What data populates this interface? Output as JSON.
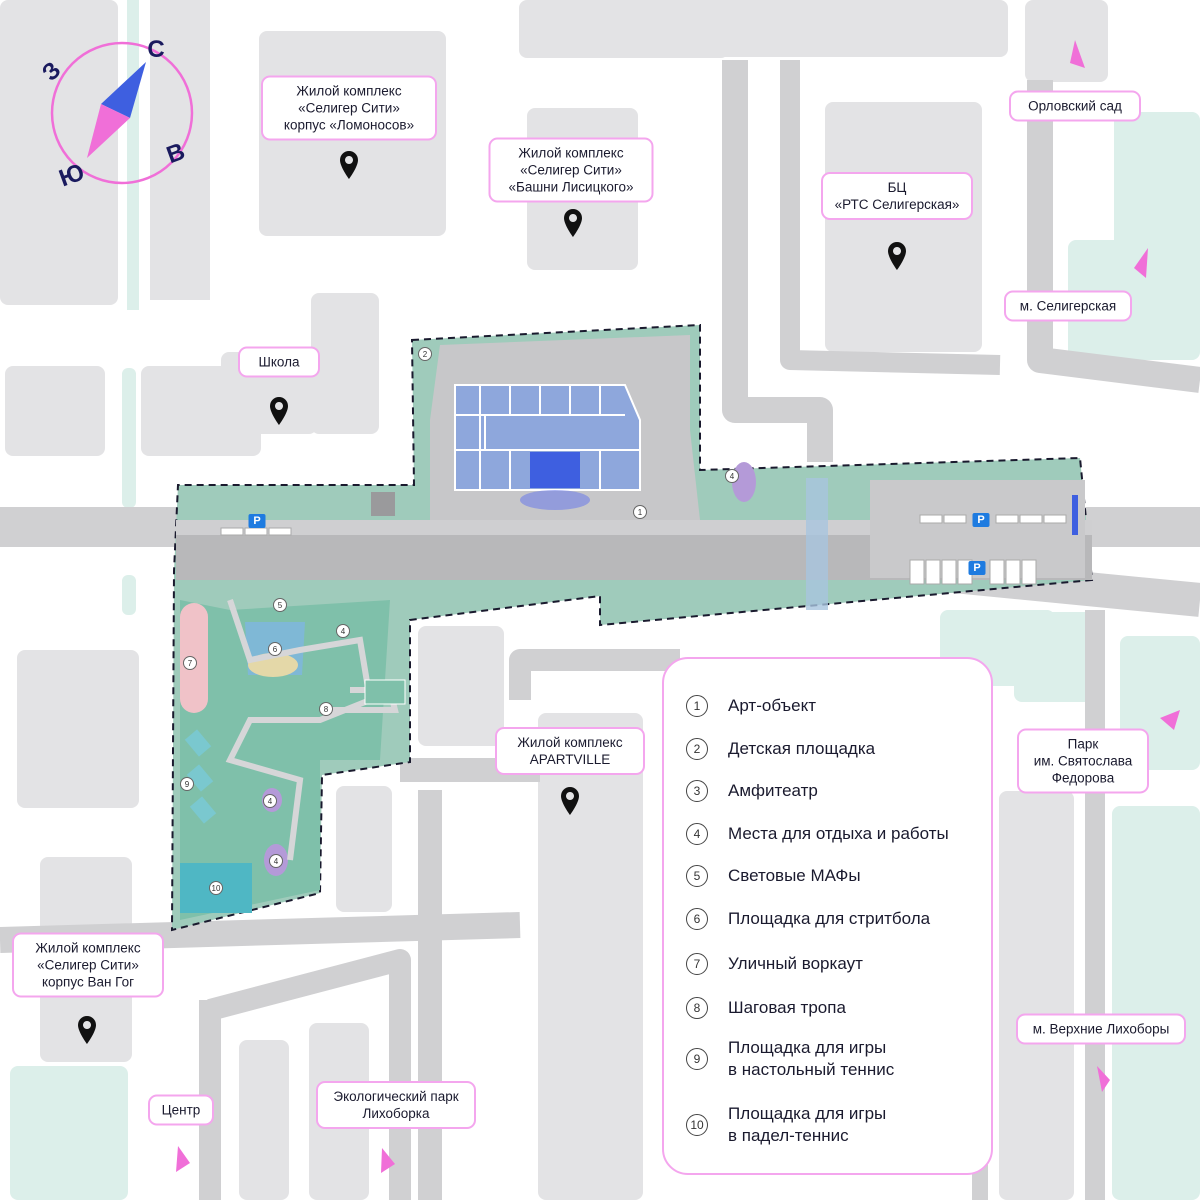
{
  "compass": {
    "north": "С",
    "south": "Ю",
    "west": "З",
    "east": "В"
  },
  "places": [
    {
      "id": "lomonosov",
      "label": "Жилой комплекс\n«Селигер Сити»\nкорпус «Ломоносов»"
    },
    {
      "id": "lisitsky",
      "label": "Жилой комплекс\n«Селигер Сити»\n«Башни Лисицкого»"
    },
    {
      "id": "rts",
      "label": "БЦ\n«РТС Селигерская»"
    },
    {
      "id": "orlovsky",
      "label": "Орловский сад"
    },
    {
      "id": "seligerskaya",
      "label": "м. Селигерская"
    },
    {
      "id": "school",
      "label": "Школа"
    },
    {
      "id": "apartville",
      "label": "Жилой комплекс\nAPARTVILLE"
    },
    {
      "id": "fedorov",
      "label": "Парк\nим. Святослава\nФедорова"
    },
    {
      "id": "vangog",
      "label": "Жилой комплекс\n«Селигер Сити»\nкорпус Ван Гог"
    },
    {
      "id": "likhobory",
      "label": "м. Верхние Лихоборы"
    },
    {
      "id": "center",
      "label": "Центр"
    },
    {
      "id": "ecopark",
      "label": "Экологический парк\nЛихоборка"
    }
  ],
  "legend": [
    {
      "num": "1",
      "text": "Арт-объект"
    },
    {
      "num": "2",
      "text": "Детская площадка"
    },
    {
      "num": "3",
      "text": "Амфитеатр"
    },
    {
      "num": "4",
      "text": "Места для отдыха и работы"
    },
    {
      "num": "5",
      "text": "Световые МАФы"
    },
    {
      "num": "6",
      "text": "Площадка для стритбола"
    },
    {
      "num": "7",
      "text": "Уличный воркаут"
    },
    {
      "num": "8",
      "text": "Шаговая тропа"
    },
    {
      "num": "9",
      "text": "Площадка для игры\nв настольный теннис"
    },
    {
      "num": "10",
      "text": "Площадка для игры\nв  падел-теннис"
    }
  ],
  "parking": {
    "symbol": "P"
  },
  "colors": {
    "accent": "#f4a6ee",
    "pink_arrow": "#f06fd8",
    "building": "#e2e2e4",
    "road": "#c9c9cb",
    "green": "#dcefea",
    "park": "#93c6b5",
    "blue": "#3e5fe0"
  }
}
